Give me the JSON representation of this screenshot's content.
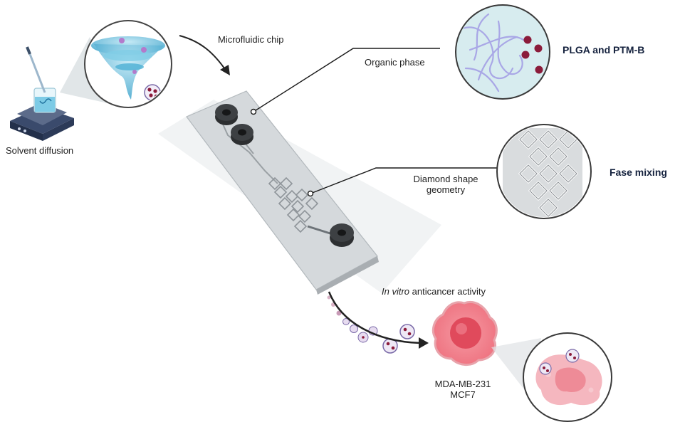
{
  "labels": {
    "solvent_diffusion": "Solvent diffusion",
    "microfluidic_chip": "Microfluidic chip",
    "organic_phase": "Organic phase",
    "plga_ptmb": "PLGA and PTM-B",
    "diamond_line1": "Diamond shape",
    "diamond_line2": "geometry",
    "fase_mixing": "Fase mixing",
    "in_vitro_italic": "In vitro",
    "anticancer_activity": " anticancer activity",
    "cell_line1": "MDA-MB-231",
    "cell_line2": "MCF7"
  },
  "colors": {
    "chip": "#d4d8db",
    "chip_dark": "#9aa0a4",
    "port": "#2d2f31",
    "inset_circle": "#cfe8ec",
    "vortex": "#5fb8d6",
    "particle": "#8b1b3a",
    "polymer": "#a9a7e6",
    "cell": "#f07a86",
    "cell_nucleus": "#e04a5c",
    "connector": "#1a1a1a",
    "nanoparticle": "#7a6aa8"
  }
}
